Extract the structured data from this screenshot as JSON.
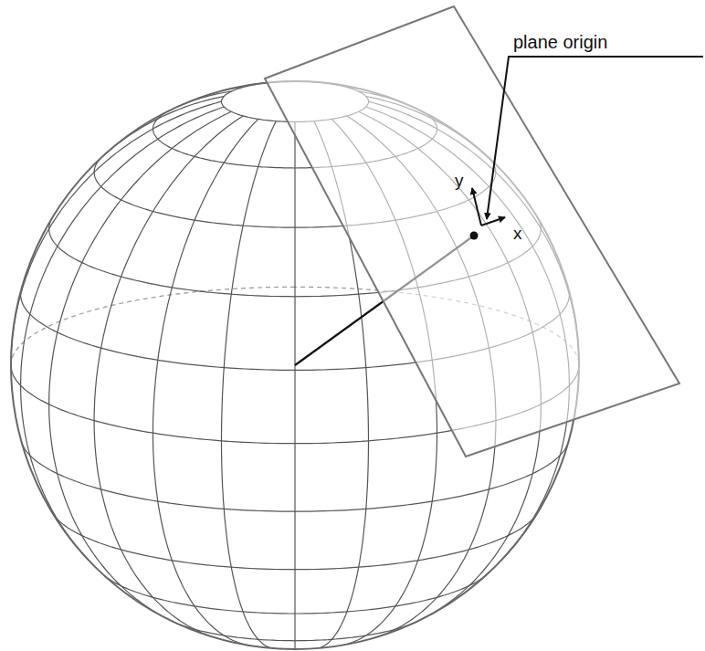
{
  "diagram": {
    "labels": [
      "plane origin",
      "y",
      "x"
    ]
  }
}
